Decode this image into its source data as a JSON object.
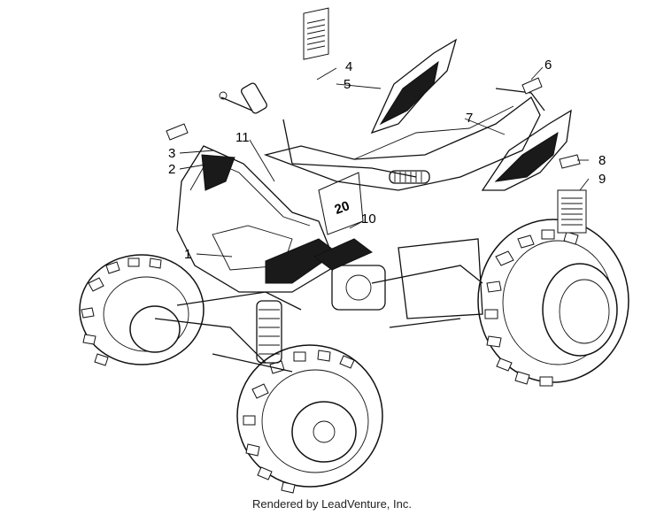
{
  "diagram": {
    "callouts": [
      {
        "id": "1",
        "label": "1"
      },
      {
        "id": "2",
        "label": "2"
      },
      {
        "id": "3",
        "label": "3"
      },
      {
        "id": "4",
        "label": "4"
      },
      {
        "id": "5",
        "label": "5"
      },
      {
        "id": "6",
        "label": "6"
      },
      {
        "id": "7",
        "label": "7"
      },
      {
        "id": "8",
        "label": "8"
      },
      {
        "id": "9",
        "label": "9"
      },
      {
        "id": "10",
        "label": "10"
      },
      {
        "id": "11",
        "label": "11"
      }
    ],
    "decal_number": "20"
  },
  "footer": {
    "text": "Rendered by LeadVenture, Inc."
  }
}
